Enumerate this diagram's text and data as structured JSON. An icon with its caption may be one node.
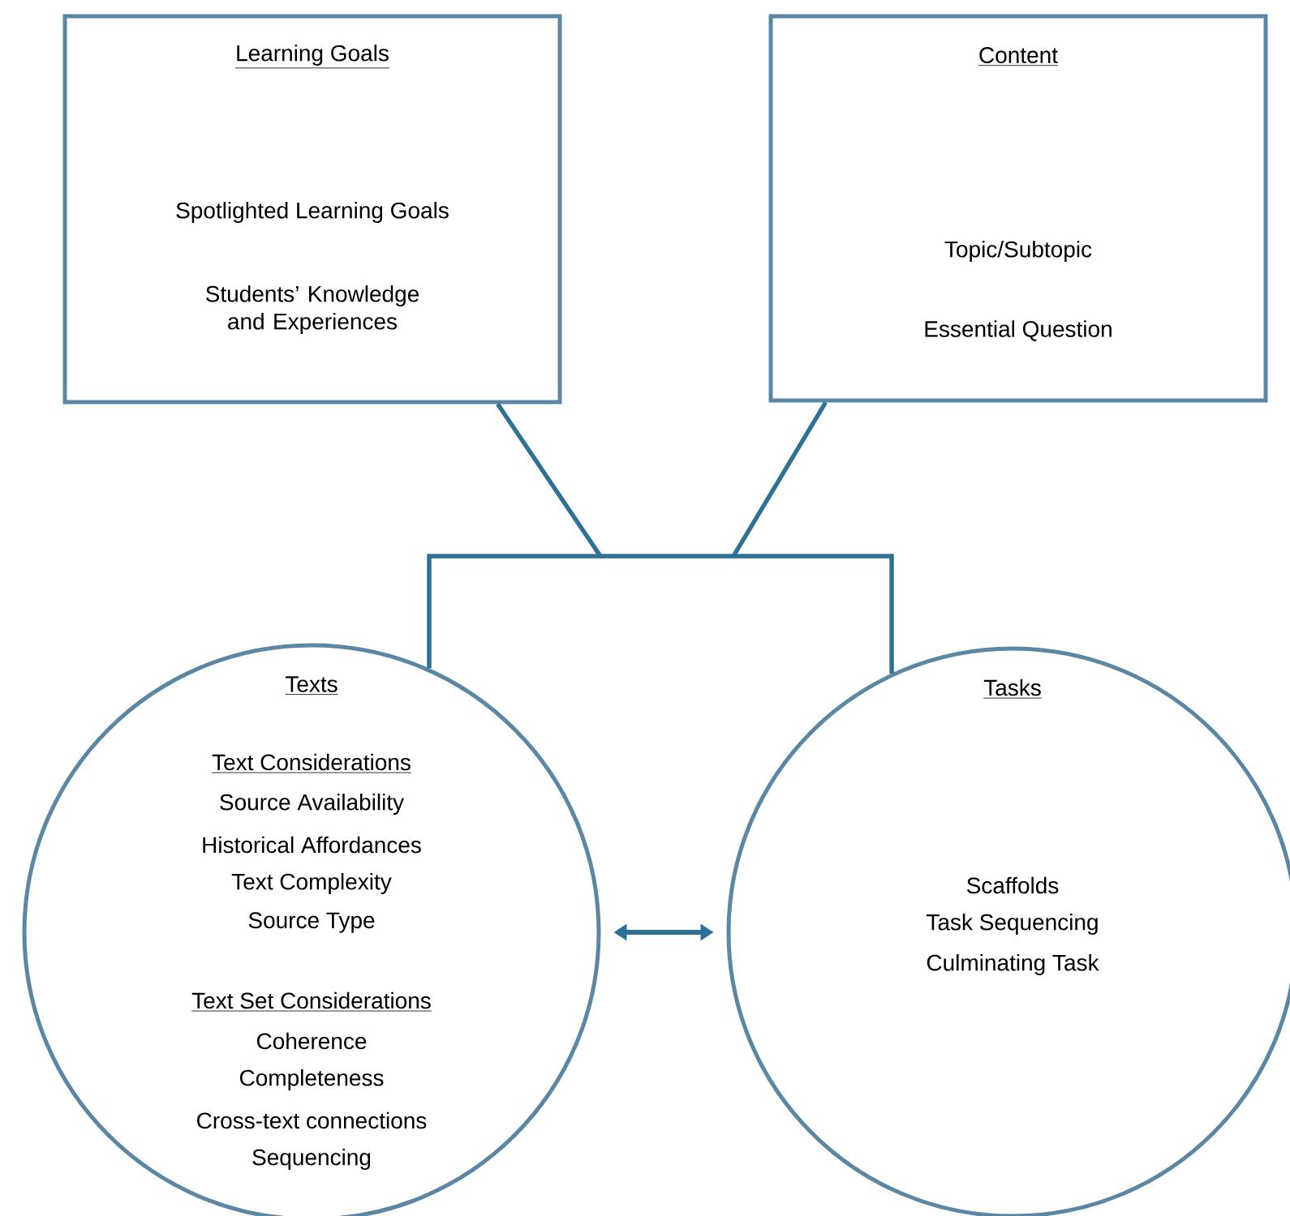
{
  "diagram": {
    "nodes": [
      {
        "text": [
          "Learning Goals",
          "Spotlighted Learning Goals",
          "Students’ Knowledge and Experiences"
        ]
      },
      {
        "text": [
          "Content",
          "Topic/Subtopic",
          "Essential Question"
        ]
      },
      {
        "text": [
          "Texts",
          "Text Considerations",
          "Source Availability",
          "Historical Affordances",
          "Text Complexity",
          "Source Type",
          "Text Set Considerations",
          "Coherence",
          "Completeness",
          "Cross-text connections",
          "Sequencing"
        ]
      },
      {
        "text": [
          "Tasks",
          "Scaffolds",
          "Task Sequencing",
          "Culminating Task"
        ]
      }
    ],
    "edges": [
      {
        "from": 0,
        "to": 2,
        "arrow": "none"
      },
      {
        "from": 0,
        "to": 3,
        "arrow": "none"
      },
      {
        "from": 1,
        "to": 2,
        "arrow": "none"
      },
      {
        "from": 1,
        "to": 3,
        "arrow": "none"
      },
      {
        "from": 2,
        "to": 3,
        "arrow": "both"
      }
    ]
  }
}
